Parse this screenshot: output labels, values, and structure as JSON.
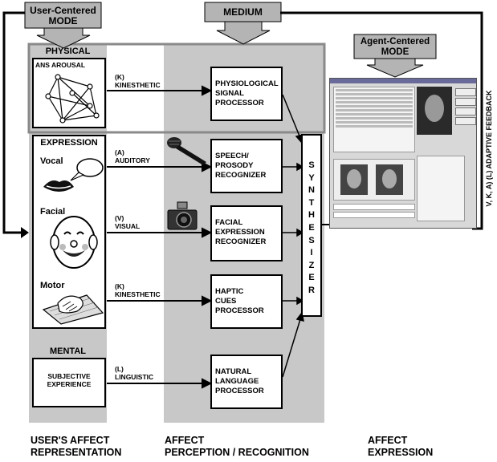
{
  "modes": {
    "user_centered": "User-Centered MODE",
    "user_centered_l1": "User-Centered",
    "user_centered_l2": "MODE",
    "medium": "MEDIUM",
    "agent_centered_l1": "Agent-Centered",
    "agent_centered_l2": "MODE"
  },
  "user_panel": {
    "physical": "PHYSICAL",
    "ans_arousal": "ANS AROUSAL",
    "expression": "EXPRESSION",
    "vocal": "Vocal",
    "facial": "Facial",
    "motor": "Motor",
    "mental": "MENTAL",
    "subjective_l1": "SUBJECTIVE",
    "subjective_l2": "EXPERIENCE"
  },
  "channels": {
    "ch1_code": "(K)",
    "ch1_name": "KINESTHETIC",
    "ch2_code": "(A)",
    "ch2_name": "AUDITORY",
    "ch3_code": "(V)",
    "ch3_name": "VISUAL",
    "ch4_code": "(K)",
    "ch4_name": "KINESTHETIC",
    "ch5_code": "(L)",
    "ch5_name": "LINGUISTIC"
  },
  "processors": {
    "p1": "PHYSIOLOGICAL\nSIGNAL\nPROCESSOR",
    "p2": "SPEECH/\nPROSODY\nRECOGNIZER",
    "p3": "FACIAL\nEXPRESSION\nRECOGNIZER",
    "p4": "HAPTIC\nCUES\nPROCESSOR",
    "p5": "NATURAL\nLANGUAGE\nPROCESSOR"
  },
  "synthesizer": "SYNTHESIZER",
  "feedback": "V, K, A) (L) ADAPTIVE FEEDBACK",
  "bottom": {
    "b1_l1": "USER'S AFFECT",
    "b1_l2": "REPRESENTATION",
    "b2_l1": "AFFECT",
    "b2_l2": "PERCEPTION / RECOGNITION",
    "b3_l1": "AFFECT",
    "b3_l2": "EXPRESSION"
  },
  "icons": {
    "network": "network-graph-icon",
    "mouth": "lips-icon",
    "speech": "speech-bubble-icon",
    "face": "smiling-face-icon",
    "hand": "hand-on-keyboard-icon",
    "microphone": "microphone-icon",
    "camera": "camera-icon",
    "screenshot": "agent-interface-screenshot"
  },
  "colors": {
    "panel": "#c8c8c8",
    "arrow": "#b4b4b4",
    "stroke": "#000000"
  }
}
